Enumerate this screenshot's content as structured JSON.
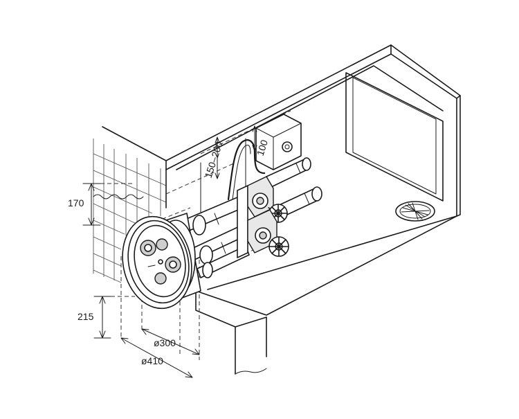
{
  "dimensions": {
    "height_upper": "170",
    "height_lower": "215",
    "inner_diameter": "ø300",
    "outer_diameter": "ø410",
    "depth_range": "150–200",
    "offset": "100"
  }
}
